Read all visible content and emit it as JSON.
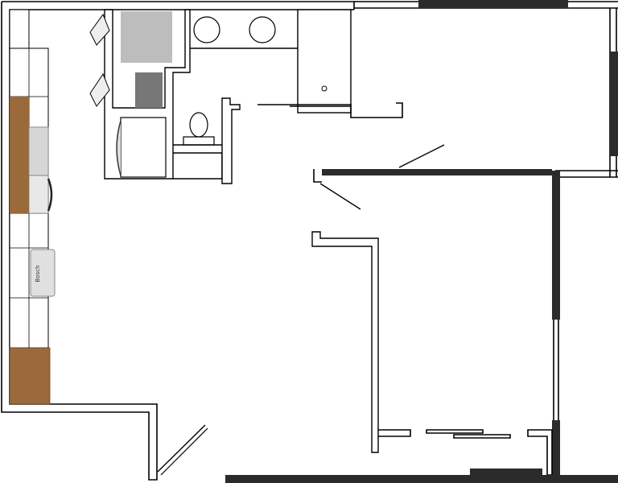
{
  "appliance_labels": {
    "range_brand": "Bosch"
  },
  "colors": {
    "wall_bold": "#2b2b2b",
    "wood": "#9a6a3a",
    "appliance_gray": "#bdbdbd",
    "appliance_dark": "#777777"
  },
  "fixtures": [
    "kitchen-counter-top",
    "kitchen-counter-bottom",
    "wood-cabinet-upper",
    "wood-cabinet-lower",
    "range",
    "dishwasher",
    "shower",
    "double-vanity-sinks",
    "toilet",
    "washer-dryer"
  ]
}
